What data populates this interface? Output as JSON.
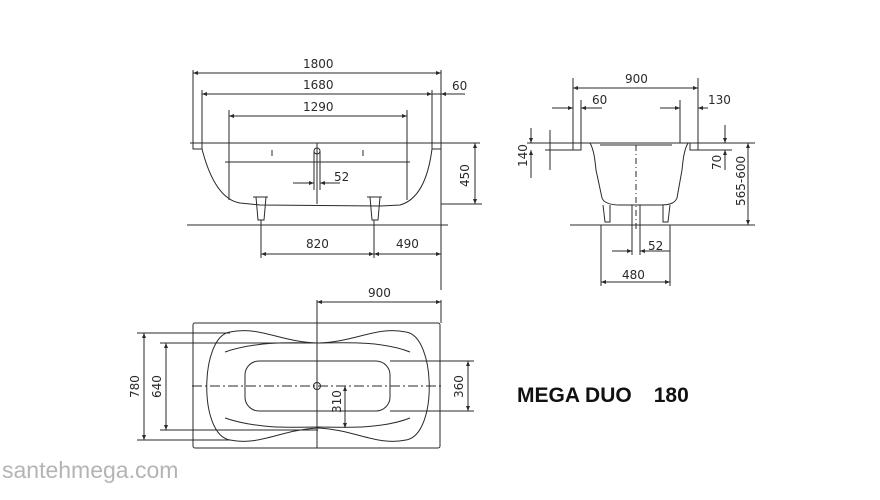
{
  "title": {
    "series": "MEGA DUO",
    "model": "180"
  },
  "watermark": "santehmega.com",
  "colors": {
    "line": "#2a2a2a",
    "background": "#ffffff",
    "watermark": "#b4b4b4"
  },
  "side_view": {
    "overall_length": "1800",
    "inner_length": "1680",
    "rim_width": "60",
    "bottom_length": "1290",
    "drain_diameter": "52",
    "height": "450",
    "leg_spacing": "820",
    "leg_offset": "490"
  },
  "end_view": {
    "overall_width": "900",
    "rim_left": "60",
    "rim_right": "130",
    "rim_height": "140",
    "rim_drop": "70",
    "total_height": "565-600",
    "drain_diameter": "52",
    "leg_span": "480"
  },
  "top_view": {
    "half_length": "900",
    "outer_width": "780",
    "inner_width": "640",
    "bottom_width": "360",
    "drain_offset": "310"
  }
}
